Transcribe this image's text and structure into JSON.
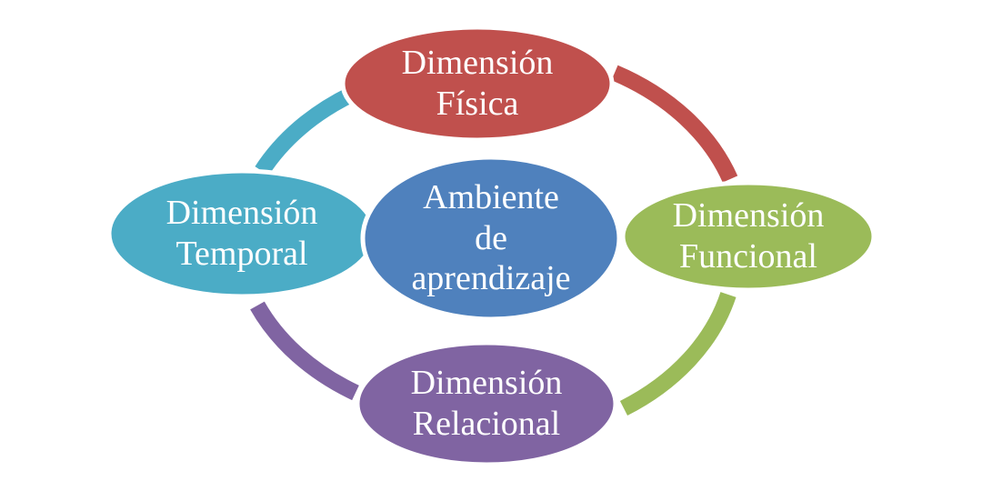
{
  "diagram": {
    "background_color": "#ffffff",
    "text_color": "#ffffff",
    "center": {
      "lines": [
        "Ambiente",
        "de",
        "aprendizaje"
      ],
      "color": "#4f81bd"
    },
    "nodes": {
      "top": {
        "lines": [
          "Dimensión",
          "Física"
        ],
        "color": "#c0504d"
      },
      "left": {
        "lines": [
          "Dimensión",
          "Temporal"
        ],
        "color": "#4bacc6"
      },
      "right": {
        "lines": [
          "Dimensión",
          "Funcional"
        ],
        "color": "#9bbb59"
      },
      "bottom": {
        "lines": [
          "Dimensión",
          "Relacional"
        ],
        "color": "#8064a2"
      }
    },
    "arcs": {
      "temporal_to_fisica": {
        "color": "#4bacc6"
      },
      "fisica_to_funcional": {
        "color": "#c0504d"
      },
      "funcional_to_relacional": {
        "color": "#9bbb59"
      },
      "relacional_to_temporal": {
        "color": "#8064a2"
      }
    }
  }
}
